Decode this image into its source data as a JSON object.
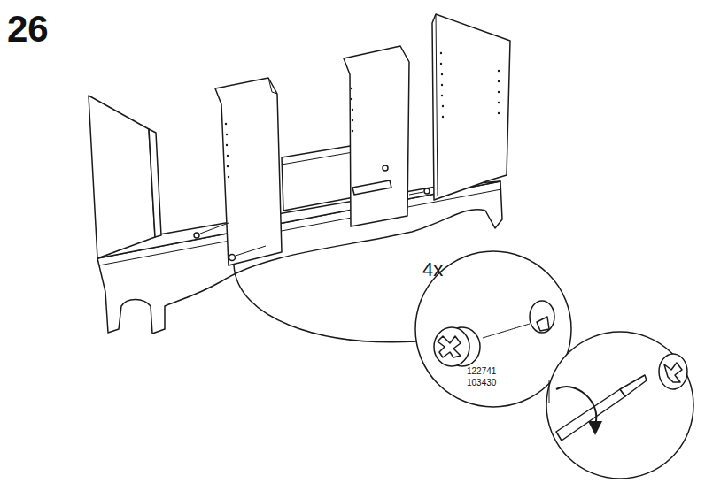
{
  "diagram": {
    "labels": [
      "26",
      "4x",
      "122741",
      "103430"
    ]
  }
}
